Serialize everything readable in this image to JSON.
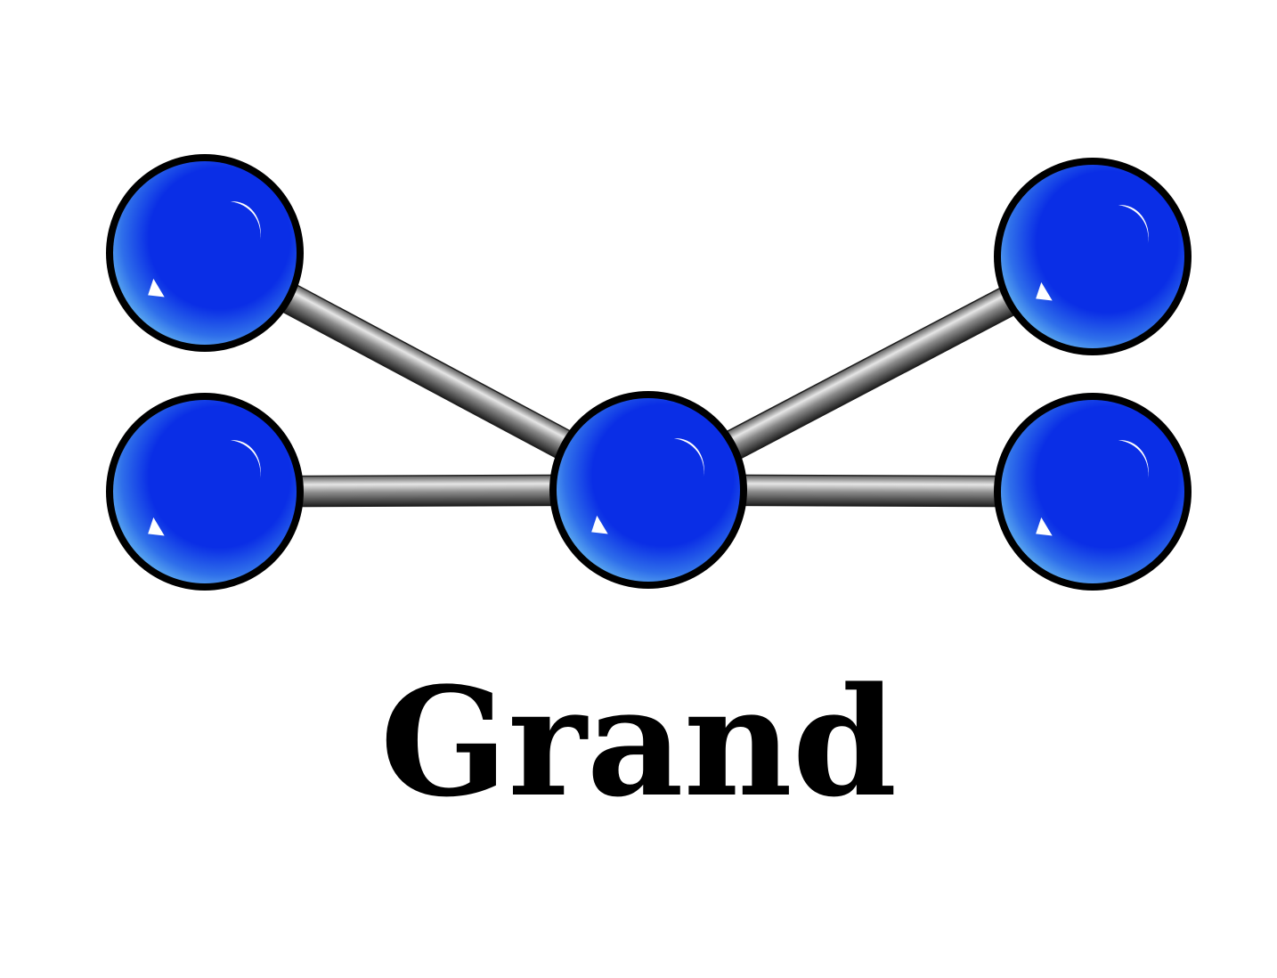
{
  "diagram": {
    "caption": "Grand",
    "colors": {
      "background": "#ffffff",
      "atom_fill": "#0a2ee6",
      "atom_rim": "#5aa8f0",
      "atom_outline": "#000000",
      "bond_light": "#e6e6e6",
      "bond_dark": "#1e1e1e",
      "text": "#000000"
    },
    "atoms": [
      {
        "id": "top-left"
      },
      {
        "id": "middle-left"
      },
      {
        "id": "center"
      },
      {
        "id": "top-right"
      },
      {
        "id": "middle-right"
      }
    ],
    "bonds": [
      {
        "from": "top-left",
        "to": "center"
      },
      {
        "from": "center",
        "to": "top-right"
      },
      {
        "from": "middle-left",
        "to": "center"
      },
      {
        "from": "center",
        "to": "middle-right"
      }
    ]
  }
}
